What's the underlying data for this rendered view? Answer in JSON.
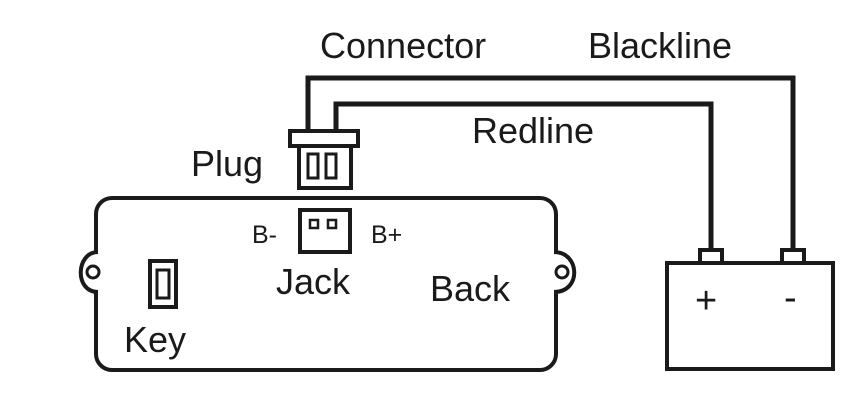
{
  "labels": {
    "connector": "Connector",
    "blackline": "Blackline",
    "redline": "Redline",
    "plug": "Plug",
    "b_minus": "B-",
    "b_plus": "B+",
    "jack": "Jack",
    "back": "Back",
    "key": "Key",
    "plus": "+",
    "minus": "-"
  },
  "colors": {
    "line": "#1a1a1a",
    "background": "#ffffff"
  }
}
